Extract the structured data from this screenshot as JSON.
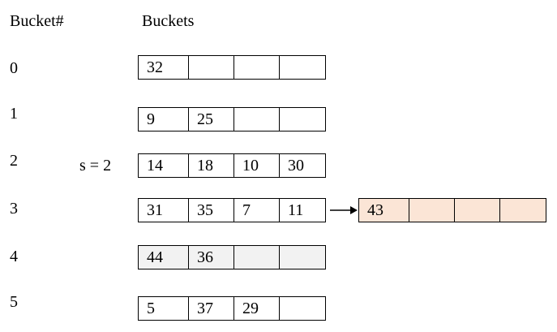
{
  "headers": {
    "bucket_num": "Bucket#",
    "buckets": "Buckets"
  },
  "split_label": "s = 2",
  "colors": {
    "normal_fill": "#ffffff",
    "new_fill": "#f2f2f2",
    "overflow_fill": "#fbe5d6",
    "border": "#000000"
  },
  "rows": [
    {
      "num": "0",
      "fill": "normal",
      "cells": [
        "32",
        "",
        "",
        ""
      ]
    },
    {
      "num": "1",
      "fill": "normal",
      "cells": [
        "9",
        "25",
        "",
        ""
      ]
    },
    {
      "num": "2",
      "fill": "normal",
      "cells": [
        "14",
        "18",
        "10",
        "30"
      ]
    },
    {
      "num": "3",
      "fill": "normal",
      "cells": [
        "31",
        "35",
        "7",
        "11"
      ],
      "overflow": [
        "43",
        "",
        "",
        ""
      ]
    },
    {
      "num": "4",
      "fill": "new",
      "cells": [
        "44",
        "36",
        "",
        ""
      ]
    },
    {
      "num": "5",
      "fill": "normal",
      "cells": [
        "5",
        "37",
        "29",
        ""
      ]
    }
  ]
}
